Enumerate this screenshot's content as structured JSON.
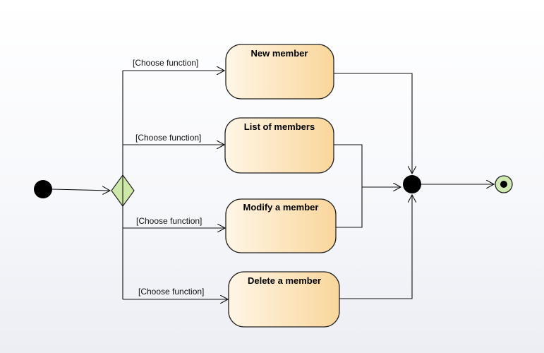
{
  "diagram": {
    "actions": [
      {
        "id": "new",
        "label": "New member"
      },
      {
        "id": "list",
        "label": "List of members"
      },
      {
        "id": "modify",
        "label": "Modify a member"
      },
      {
        "id": "delete",
        "label": "Delete a member"
      }
    ],
    "guards": [
      "[Choose function]",
      "[Choose function]",
      "[Choose function]",
      "[Choose function]"
    ],
    "colors": {
      "action_fill_light": "#fff6e6",
      "action_fill_dark": "#f9d69b",
      "decision_fill": "#cde8a8",
      "final_ring_fill": "#cfe9b0",
      "stroke": "#111111"
    }
  }
}
